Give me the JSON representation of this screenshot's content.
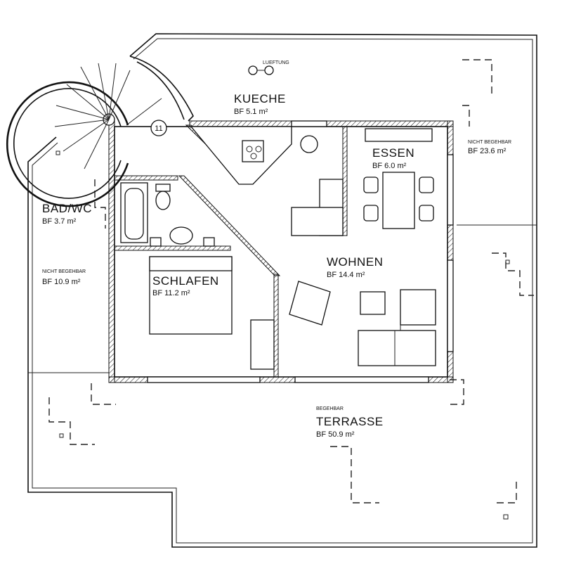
{
  "rooms": {
    "kueche": {
      "name": "KUECHE",
      "area": "BF 5.1 m²"
    },
    "essen": {
      "name": "ESSEN",
      "area": "BF 6.0 m²"
    },
    "wohnen": {
      "name": "WOHNEN",
      "area": "BF 14.4 m²"
    },
    "schlafen": {
      "name": "SCHLAFEN",
      "area": "BF 11.2 m²"
    },
    "bad_wc": {
      "name": "BAD/WC",
      "area": "BF 3.7 m²"
    },
    "terrasse": {
      "name": "TERRASSE",
      "area": "BF 50.9 m²",
      "note": "BEGEHBAR"
    },
    "nicht_begehbar_left": {
      "note": "NICHT BEGEHBAR",
      "area": "BF 10.9 m²"
    },
    "nicht_begehbar_right": {
      "note": "NICHT BEGEHBAR",
      "area": "BF 23.6 m²"
    }
  },
  "annotations": {
    "lueftung": "LUEFTUNG",
    "stair_number": "11"
  }
}
